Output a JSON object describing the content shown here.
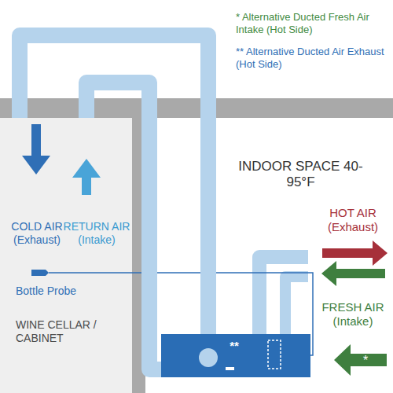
{
  "diagram": {
    "nodes": [
      {
        "text": [
          "WINE CELLAR / CABINET"
        ]
      },
      {
        "text": [
          "INDOOR SPACE 40-95°F"
        ]
      },
      {
        "text": [
          "**"
        ],
        "in": 1
      }
    ],
    "edges": [
      {
        "from": 2,
        "to": 0,
        "arrow": "none"
      },
      {
        "from": 0,
        "to": 2,
        "arrow": "none"
      }
    ],
    "labels": [
      "* Alternative Ducted Fresh Air Intake (Hot Side)",
      "** Alternative Ducted Air Exhaust (Hot Side)",
      "COLD AIR (Exhaust)",
      "RETURN AIR (Intake)",
      "Bottle Probe",
      "HOT AIR (Exhaust)",
      "FRESH AIR (Intake)",
      "*"
    ]
  }
}
